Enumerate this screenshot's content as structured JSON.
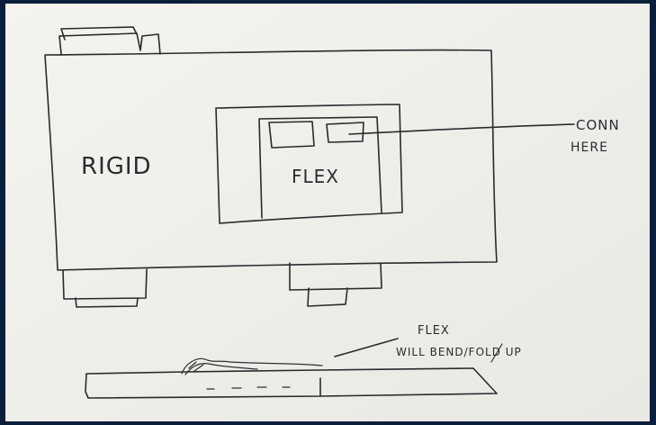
{
  "sketch": {
    "rigid_label": "RIGID",
    "flex_label": "FLEX",
    "conn_line1": "CONN",
    "conn_line2": "HERE",
    "note_line1": "FLEX",
    "note_line2": "WILL BEND/FOLD UP"
  },
  "colors": {
    "background": "#0b1e3c",
    "paper": "#f1f0ec",
    "ink": "#2a2a2e"
  }
}
